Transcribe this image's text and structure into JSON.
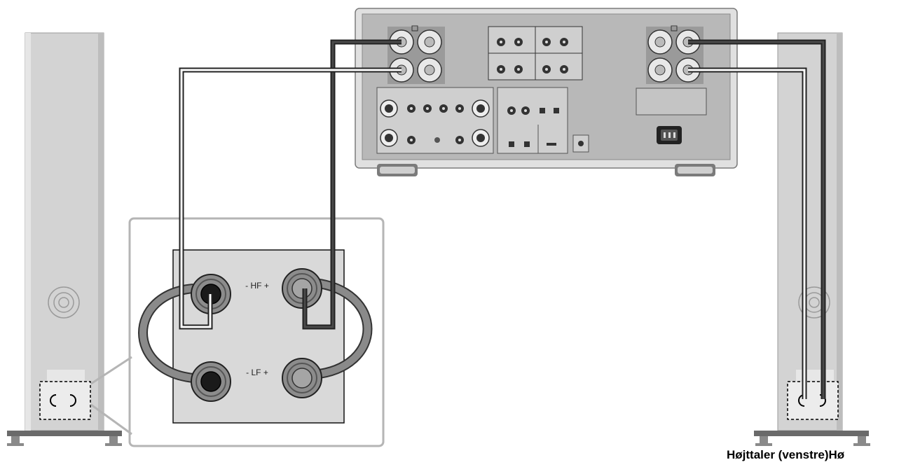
{
  "diagram": {
    "caption_right": "Højttaler (venstre)Hø",
    "terminal_labels": {
      "hf": "- HF +",
      "lf": "- LF +"
    },
    "colors": {
      "speaker_body": "#d3d3d3",
      "amplifier_chassis": "#e0e0e0",
      "amplifier_panel": "#b8b8b8",
      "panel_light": "#cfcfcf",
      "cable_dark": "#3a3a3a",
      "cable_light": "#ffffff",
      "bridge_wire": "#7f7f7f",
      "zoom_frame": "#b5b5b5",
      "terminal_panel": "#d9d9d9"
    }
  }
}
